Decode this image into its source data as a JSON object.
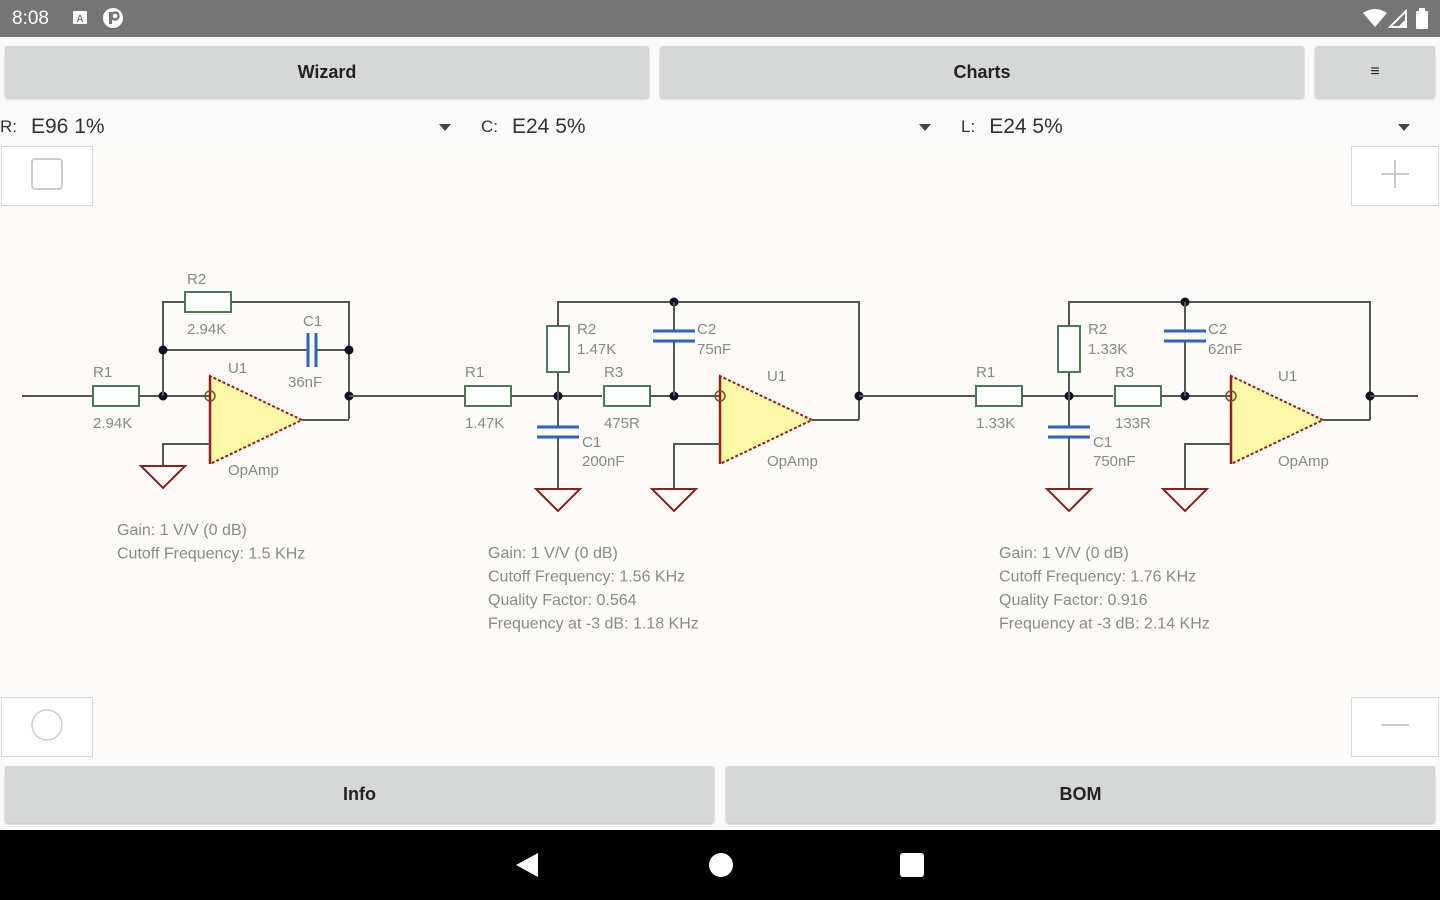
{
  "status_bar": {
    "time": "8:08",
    "icons": [
      "notification-a-icon",
      "notification-p-icon",
      "wifi-icon",
      "signal-icon",
      "battery-icon"
    ]
  },
  "toolbar": {
    "wizard_label": "Wizard",
    "charts_label": "Charts",
    "menu_label": "≡"
  },
  "spinners": [
    {
      "label": "R:",
      "value": "E96 1%"
    },
    {
      "label": "C:",
      "value": "E24 5%"
    },
    {
      "label": "L:",
      "value": "E24 5%"
    }
  ],
  "canvas_tools": {
    "top_left": "square-icon",
    "top_right": "plus-icon",
    "bottom_left": "circle-icon",
    "bottom_right": "minus-icon"
  },
  "colors": {
    "wire": "#555555",
    "resistor": "#4a7a5a",
    "capacitor": "#2a66b8",
    "ground": "#8b2020",
    "opamp_fill": "#fdf8a5",
    "opamp_outline": "#9b1c1c",
    "label": "#888888",
    "junction": "#111122"
  },
  "stages": [
    {
      "type": "first-order",
      "components": {
        "R1": {
          "name": "R1",
          "value": "2.94K"
        },
        "R2": {
          "name": "R2",
          "value": "2.94K"
        },
        "C1": {
          "name": "C1",
          "value": "36nF"
        },
        "U1": {
          "name": "U1",
          "value": "OpAmp"
        }
      },
      "info": [
        "Gain: 1 V/V (0 dB)",
        "Cutoff Frequency: 1.5 KHz"
      ]
    },
    {
      "type": "second-order",
      "components": {
        "R1": {
          "name": "R1",
          "value": "1.47K"
        },
        "R2": {
          "name": "R2",
          "value": "1.47K"
        },
        "R3": {
          "name": "R3",
          "value": "475R"
        },
        "C1": {
          "name": "C1",
          "value": "200nF"
        },
        "C2": {
          "name": "C2",
          "value": "75nF"
        },
        "U1": {
          "name": "U1",
          "value": "OpAmp"
        }
      },
      "info": [
        "Gain: 1 V/V (0 dB)",
        "Cutoff Frequency: 1.56 KHz",
        "Quality Factor: 0.564",
        "Frequency at -3 dB: 1.18 KHz"
      ]
    },
    {
      "type": "second-order",
      "components": {
        "R1": {
          "name": "R1",
          "value": "1.33K"
        },
        "R2": {
          "name": "R2",
          "value": "1.33K"
        },
        "R3": {
          "name": "R3",
          "value": "133R"
        },
        "C1": {
          "name": "C1",
          "value": "750nF"
        },
        "C2": {
          "name": "C2",
          "value": "62nF"
        },
        "U1": {
          "name": "U1",
          "value": "OpAmp"
        }
      },
      "info": [
        "Gain: 1 V/V (0 dB)",
        "Cutoff Frequency: 1.76 KHz",
        "Quality Factor: 0.916",
        "Frequency at -3 dB: 2.14 KHz"
      ]
    }
  ],
  "bottom_bar": {
    "info_label": "Info",
    "bom_label": "BOM"
  },
  "nav": {
    "back": "back-icon",
    "home": "home-icon",
    "recents": "recents-icon"
  }
}
